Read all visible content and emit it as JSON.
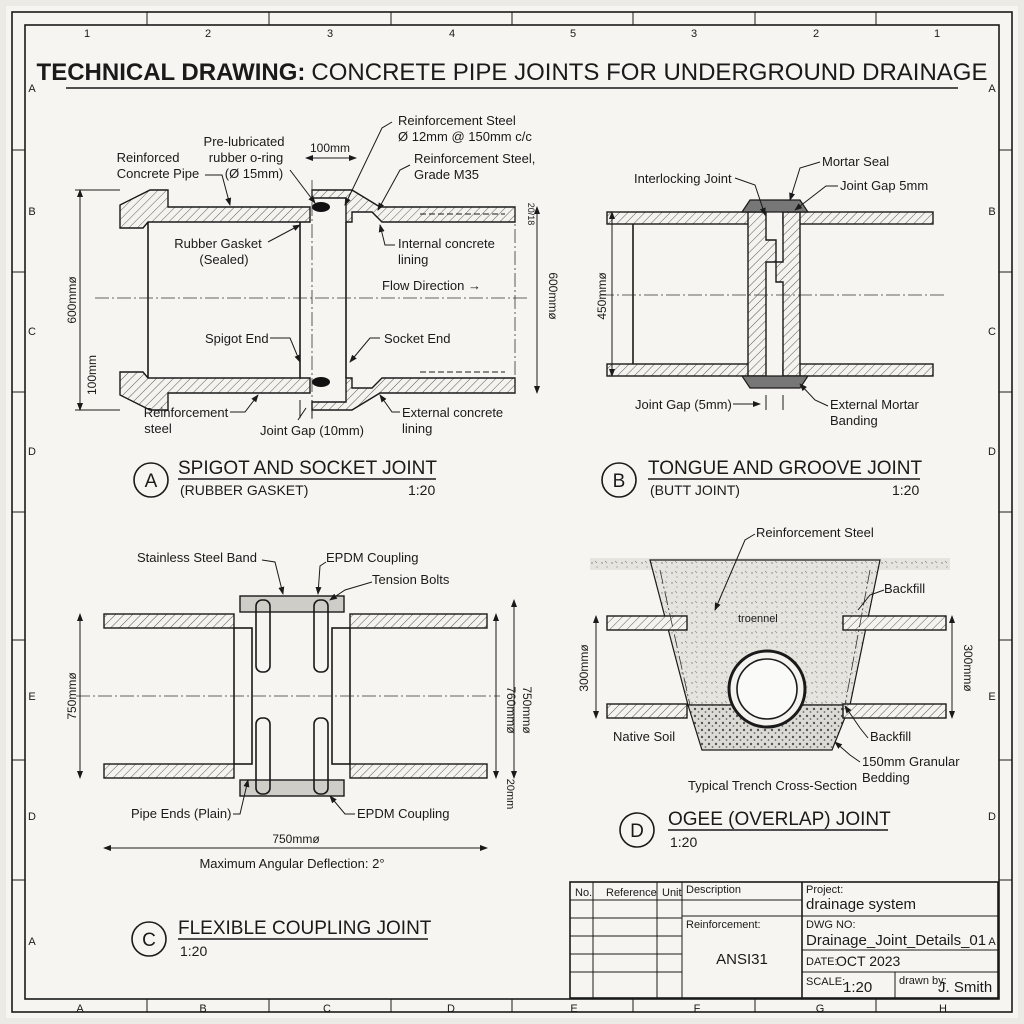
{
  "title": {
    "bold": "TECHNICAL DRAWING:",
    "rest": "CONCRETE PIPE JOINTS FOR UNDERGROUND DRAINAGE"
  },
  "grid": {
    "top": [
      "1",
      "2",
      "3",
      "4",
      "5",
      "3",
      "2",
      "1"
    ],
    "bottom": [
      "A",
      "B",
      "C",
      "D",
      "E",
      "F",
      "G",
      "H"
    ],
    "left": [
      "A",
      "B",
      "C",
      "D",
      "E",
      "D",
      "A"
    ],
    "right": [
      "A",
      "B",
      "C",
      "D",
      "E",
      "D",
      "A"
    ]
  },
  "detailA": {
    "letter": "A",
    "title": "SPIGOT AND SOCKET JOINT",
    "subtitle": "(RUBBER GASKET)",
    "scale": "1:20",
    "labels": {
      "pipe1": "Reinforced",
      "pipe2": "Concrete Pipe",
      "oring1": "Pre-lubricated",
      "oring2": "rubber o-ring",
      "oring3": "(Ø 15mm)",
      "width": "100mm",
      "steel1": "Reinforcement Steel",
      "steel2": "Ø 12mm @ 150mm c/c",
      "grade1": "Reinforcement Steel,",
      "grade2": "Grade M35",
      "gasket1": "Rubber Gasket",
      "gasket2": "(Sealed)",
      "lining1": "Internal concrete",
      "lining2": "lining",
      "flow": "Flow Direction →",
      "spigot": "Spigot End",
      "socket": "Socket End",
      "rsteel1": "Reinforcement",
      "rsteel2": "steel",
      "gap": "Joint Gap (10mm)",
      "ext1": "External concrete",
      "ext2": "lining",
      "dimL": "600mmø",
      "dimL2": "100mm",
      "dimR": "600mmø",
      "dimR2": "20/18"
    }
  },
  "detailB": {
    "letter": "B",
    "title": "TONGUE AND GROOVE JOINT",
    "subtitle": "(BUTT JOINT)",
    "scale": "1:20",
    "labels": {
      "interlock": "Interlocking Joint",
      "mortar": "Mortar Seal",
      "gapTop": "Joint Gap 5mm",
      "dim": "450mmø",
      "gapBot": "Joint Gap (5mm)",
      "band1": "External Mortar",
      "band2": "Banding"
    }
  },
  "detailC": {
    "letter": "C",
    "title": "FLEXIBLE COUPLING JOINT",
    "scale": "1:20",
    "labels": {
      "band": "Stainless Steel Band",
      "epdm": "EPDM Coupling",
      "bolts": "Tension Bolts",
      "ends": "Pipe Ends (Plain)",
      "epdm2": "EPDM Coupling",
      "dimL": "750mmø",
      "dimR1": "760mmø",
      "dimR2": "750mmø",
      "dimR3": "20mm",
      "dimBot": "750mmø",
      "deflection": "Maximum Angular Deflection: 2°"
    }
  },
  "detailD": {
    "letter": "D",
    "title": "OGEE (OVERLAP) JOINT",
    "scale": "1:20",
    "labels": {
      "steel": "Reinforcement Steel",
      "backfillTop": "Backfill",
      "inner": "troennel",
      "dimL": "300mmø",
      "dimR": "300mmø",
      "native": "Native Soil",
      "backfill": "Backfill",
      "bed1": "150mm Granular",
      "bed2": "Bedding",
      "trench": "Typical Trench Cross-Section"
    }
  },
  "titleBlock": {
    "no": "No.",
    "ref": "Reference",
    "unit": "Unit",
    "desc": "Description",
    "reinfLabel": "Reinforcement:",
    "reinfValue": "ANSI31",
    "projectLabel": "Project:",
    "projectValue": "drainage system",
    "dwgLabel": "DWG NO:",
    "dwgValue": "Drainage_Joint_Details_01",
    "dateLabel": "DATE:",
    "dateValue": "OCT 2023",
    "scaleLabel": "SCALE:",
    "scaleValue": "1:20",
    "drawnLabel": "drawn by:",
    "drawnValue": "J. Smith"
  }
}
